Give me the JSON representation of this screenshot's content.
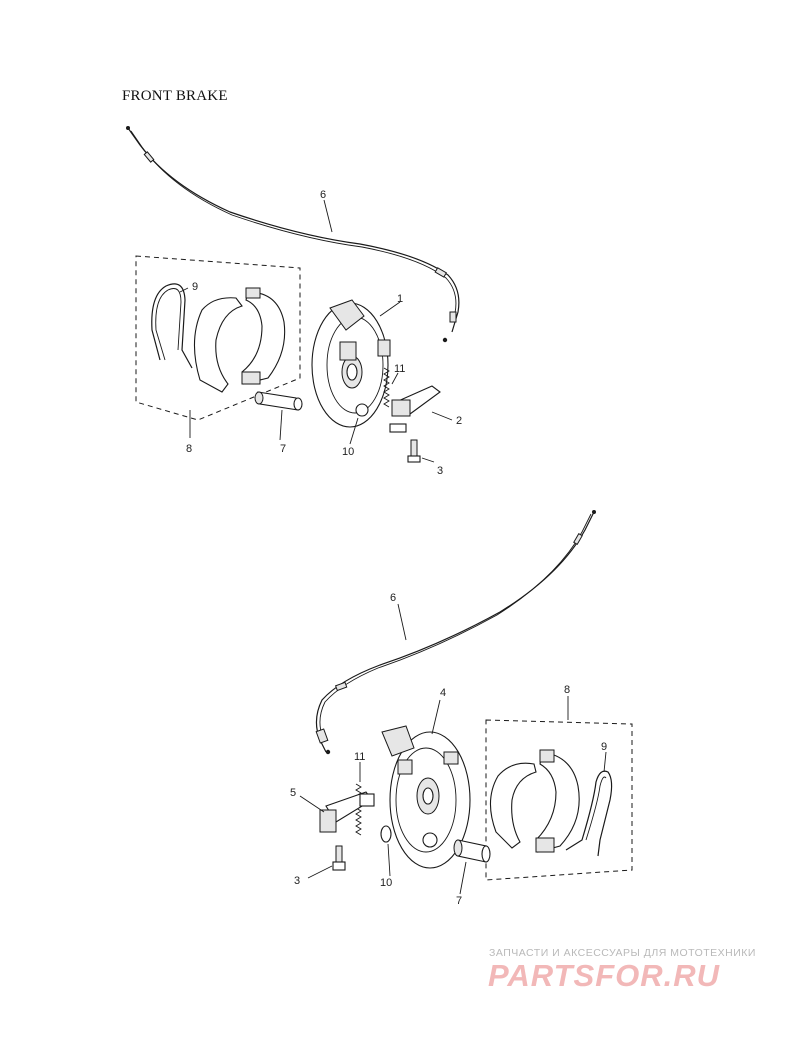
{
  "title": "FRONT BRAKE",
  "callouts_top": [
    "1",
    "2",
    "3",
    "6",
    "7",
    "8",
    "9",
    "10",
    "11"
  ],
  "callouts_bottom": [
    "3",
    "4",
    "5",
    "6",
    "7",
    "8",
    "9",
    "10",
    "11"
  ],
  "watermark": {
    "tagline": "ЗАПЧАСТИ И АКСЕССУАРЫ ДЛЯ МОТОТЕХНИКИ",
    "logo": "PARTSFOR.RU"
  }
}
